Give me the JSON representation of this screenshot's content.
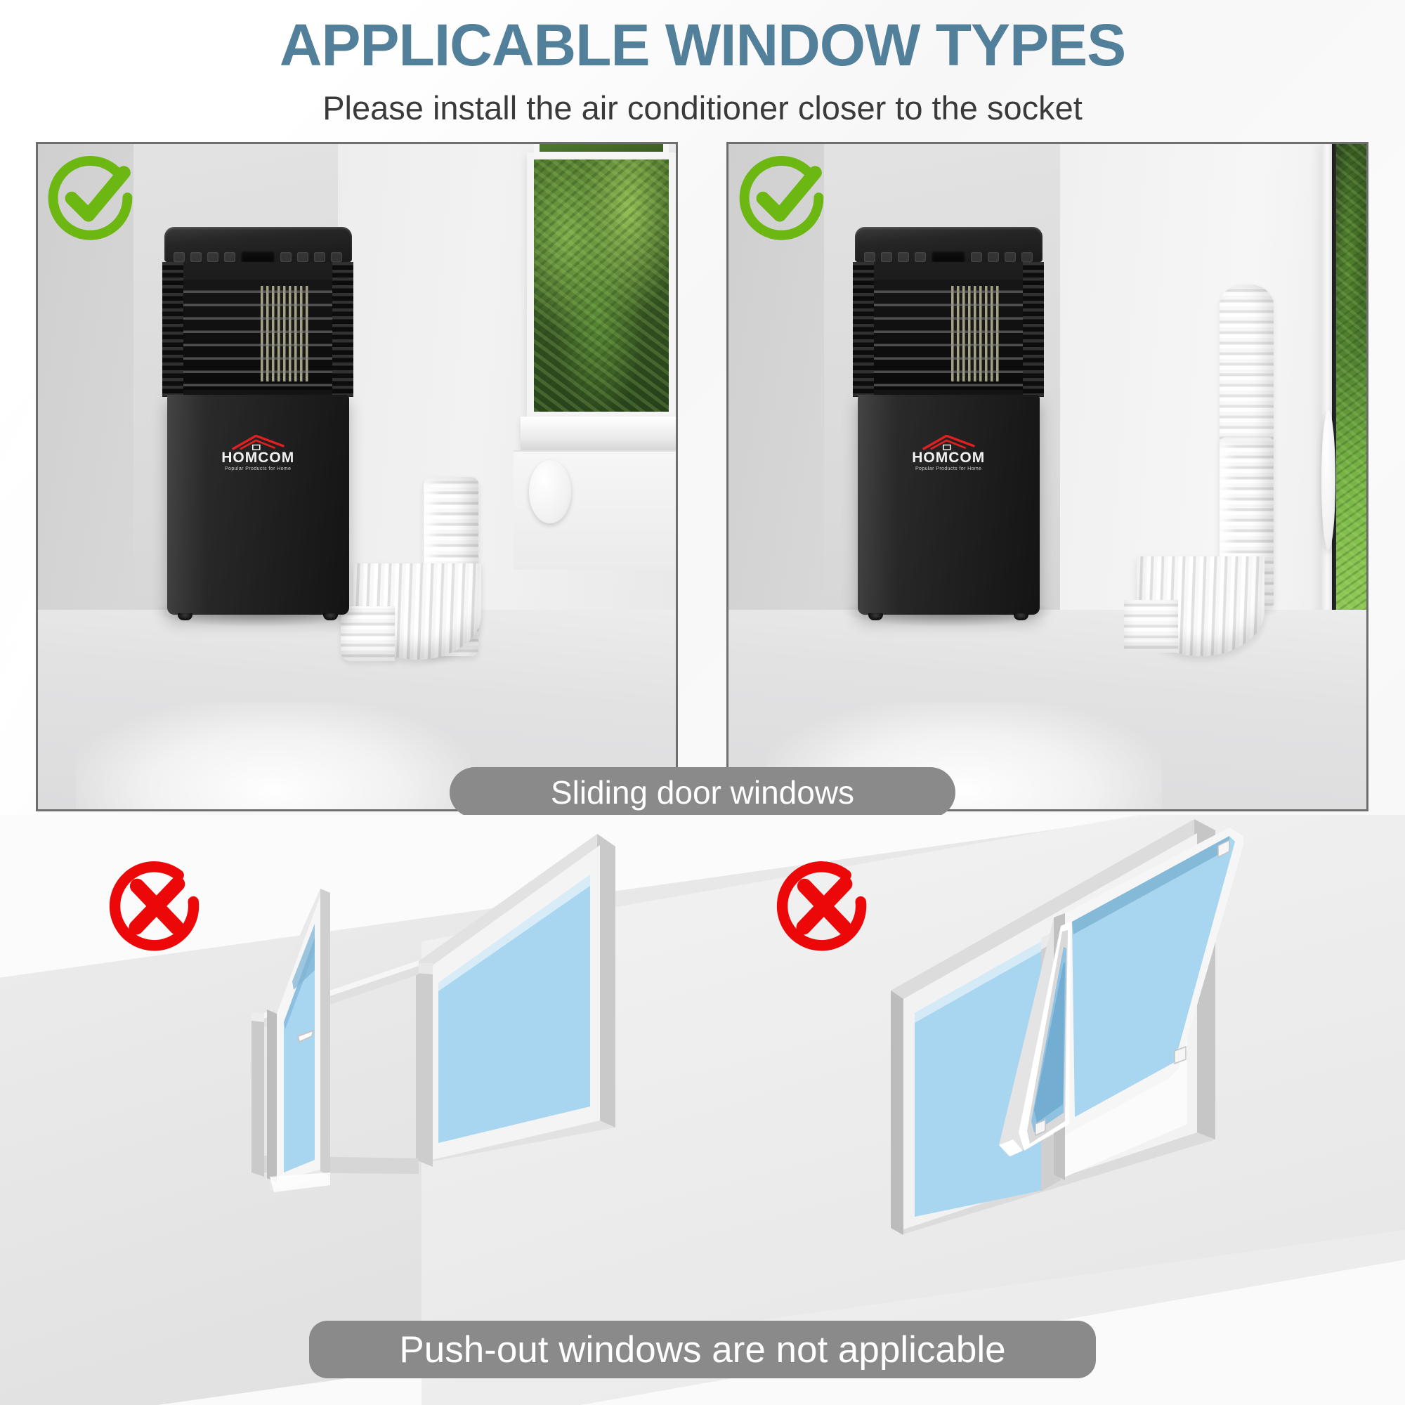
{
  "header": {
    "title": "APPLICABLE WINDOW TYPES",
    "subtitle": "Please install the air conditioner closer to the socket",
    "title_color": "#527f99",
    "subtitle_color": "#3a3a3a"
  },
  "panels": {
    "top_left": {
      "status_icon": "green-check-icon",
      "status": "applicable",
      "status_color": "#6cb711",
      "scene": "portable air conditioner vented through a casement window",
      "product_brand": "HOMCOM",
      "product_tagline": "Popular Products for Home"
    },
    "top_right": {
      "status_icon": "green-check-icon",
      "status": "applicable",
      "status_color": "#6cb711",
      "scene": "portable air conditioner vented through a sliding door window",
      "product_brand": "HOMCOM",
      "product_tagline": "Popular Products for Home"
    },
    "bottom_left": {
      "status_icon": "red-cross-icon",
      "status": "not applicable",
      "status_color": "#ec0808",
      "scene": "outward opening casement / push-out window illustration"
    },
    "bottom_right": {
      "status_icon": "red-cross-icon",
      "status": "not applicable",
      "status_color": "#ec0808",
      "scene": "top hung push-out window illustration"
    }
  },
  "captions": {
    "sliding": "Sliding door windows",
    "pushout": "Push-out windows are not applicable",
    "pill_bg": "#8a8a8a",
    "pill_text_color": "#ffffff"
  },
  "ac_unit": {
    "brand": "HOMCOM",
    "tagline": "Popular Products for Home",
    "brand_roof_color": "#e02020",
    "body_color": "#1d1d1d",
    "control_button_count": 8
  },
  "diagram_colors": {
    "glass": "#a8d5ef",
    "glass_dark": "#7fb4d4",
    "frame": "#cfcfcf",
    "frame_light": "#f2f2f2",
    "frame_shade": "#b6b6b6"
  }
}
